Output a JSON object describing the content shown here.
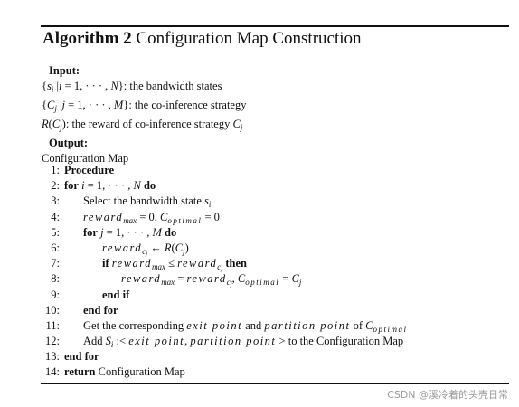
{
  "algorithm": {
    "number_label": "Algorithm 2",
    "title": "Configuration Map Construction"
  },
  "io": {
    "input_label": "Input:",
    "input_lines": [
      {
        "math": "{s_i | i = 1, · · · , N}",
        "desc": ": the bandwidth states"
      },
      {
        "math": "{C_j | j = 1, · · · , M}",
        "desc": ": the co-inference strategy"
      },
      {
        "math": "R(C_j)",
        "desc": ": the reward of co-inference strategy C_j"
      }
    ],
    "output_label": "Output:",
    "output_value": "Configuration Map"
  },
  "steps": [
    {
      "n": "1:",
      "text": "Procedure"
    },
    {
      "n": "2:",
      "text": "for i = 1, · · · , N do"
    },
    {
      "n": "3:",
      "text": "Select the bandwidth state s_i"
    },
    {
      "n": "4:",
      "text": "reward_max = 0, C_optimal = 0"
    },
    {
      "n": "5:",
      "text": "for j = 1, · · · , M do"
    },
    {
      "n": "6:",
      "text": "reward_{c_j} ← R(C_j)"
    },
    {
      "n": "7:",
      "text": "if reward_max ≤ reward_{c_j} then"
    },
    {
      "n": "8:",
      "text": "reward_max = reward_{c_j}, C_optimal = C_j"
    },
    {
      "n": "9:",
      "text": "end if"
    },
    {
      "n": "10:",
      "text": "end for"
    },
    {
      "n": "11:",
      "text": "Get the corresponding exit point and partition point of C_optimal"
    },
    {
      "n": "12:",
      "text": "Add S_i :< exit point, partition point > to the Configuration Map"
    },
    {
      "n": "13:",
      "text": "end for"
    },
    {
      "n": "14:",
      "text": "return Configuration Map"
    }
  ],
  "words": {
    "procedure": "Procedure",
    "for": "for",
    "do": "do",
    "if": "if",
    "then": "then",
    "end_if": "end if",
    "end_for": "end for",
    "return": "return",
    "select_bw": "Select the bandwidth state",
    "get_corr": "Get the corresponding",
    "and": "and",
    "of": "of",
    "add": "Add",
    "to_map": "to the Configuration Map",
    "config_map": "Configuration Map",
    "exit_point": "exit point",
    "partition_point": "partition point",
    "reward": "reward",
    "max": "max",
    "optimal": "optimal",
    "C": "C",
    "S": "S",
    "s": "s",
    "i": "i",
    "j": "j",
    "N": "N",
    "M": "M",
    "R": "R",
    "eq_i1": " = 1, · · · , ",
    "eq_0": " = 0, ",
    "eq0_end": " = 0",
    "eq": " = ",
    "larrow": " ← ",
    "leq": " ≤ ",
    "comma": ", ",
    "colon_lt": " :< ",
    "gt": " >",
    "lparen": "(",
    "rparen": ")",
    "lbrace": "{",
    "rbrace": "}",
    "bar": " |",
    "c_sub": "c"
  },
  "watermark": "CSDN @溪冷着的头壳日常"
}
